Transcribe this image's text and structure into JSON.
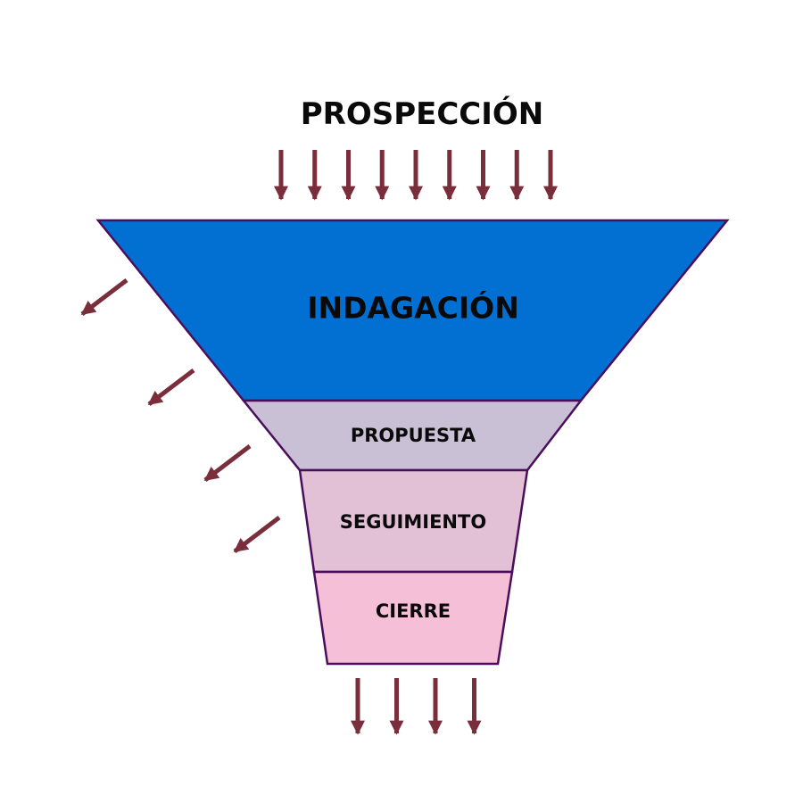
{
  "title": "PROSPECCIÓN",
  "stages": [
    {
      "label": "INDAGACIÓN",
      "color": "#0270d3"
    },
    {
      "label": "PROPUESTA",
      "color": "#c9c0d6"
    },
    {
      "label": "SEGUIMIENTO",
      "color": "#e2c0d6"
    },
    {
      "label": "CIERRE",
      "color": "#f5c0d7"
    }
  ],
  "colors": {
    "arrow": "#7a2e3b",
    "outline": "#4a0e5c",
    "text": "#0a0a0a"
  },
  "arrows": {
    "input_count": 9,
    "output_count": 4,
    "loss_count": 4
  }
}
